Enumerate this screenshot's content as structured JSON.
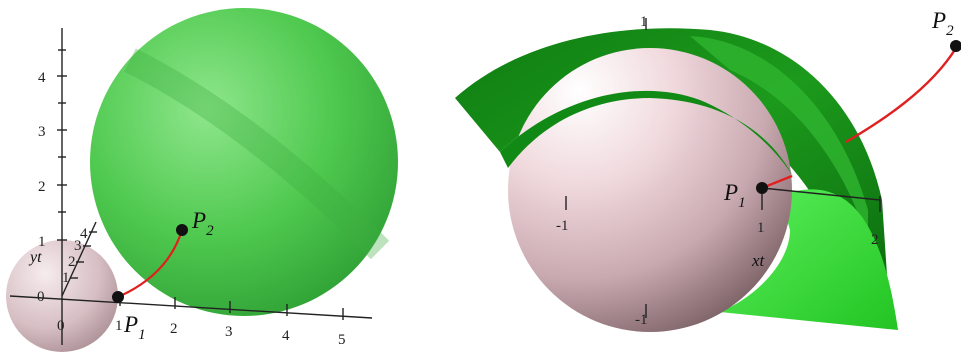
{
  "left_panel": {
    "z_ticks": [
      "1",
      "2",
      "3",
      "4"
    ],
    "x_ticks": [
      "0",
      "1",
      "2",
      "3",
      "4",
      "5"
    ],
    "y_ticks": [
      "0",
      "1",
      "2",
      "3",
      "4"
    ],
    "y_axis_label": "yt",
    "point_start": {
      "letter": "P",
      "sub": "1"
    },
    "point_end": {
      "letter": "P",
      "sub": "2"
    }
  },
  "right_panel": {
    "axis_ticks": [
      "1",
      "-1",
      "1",
      "2",
      "-1"
    ],
    "x_axis_label": "xt",
    "point_start": {
      "letter": "P",
      "sub": "1"
    },
    "point_end": {
      "letter": "P",
      "sub": "2"
    }
  },
  "colors": {
    "green_sphere": "#4fc94f",
    "green_dark": "#128a12",
    "green_light": "#3ee63e",
    "pink_sphere": "#d7bfc4",
    "curve": "#e02020",
    "axis": "#222222"
  }
}
